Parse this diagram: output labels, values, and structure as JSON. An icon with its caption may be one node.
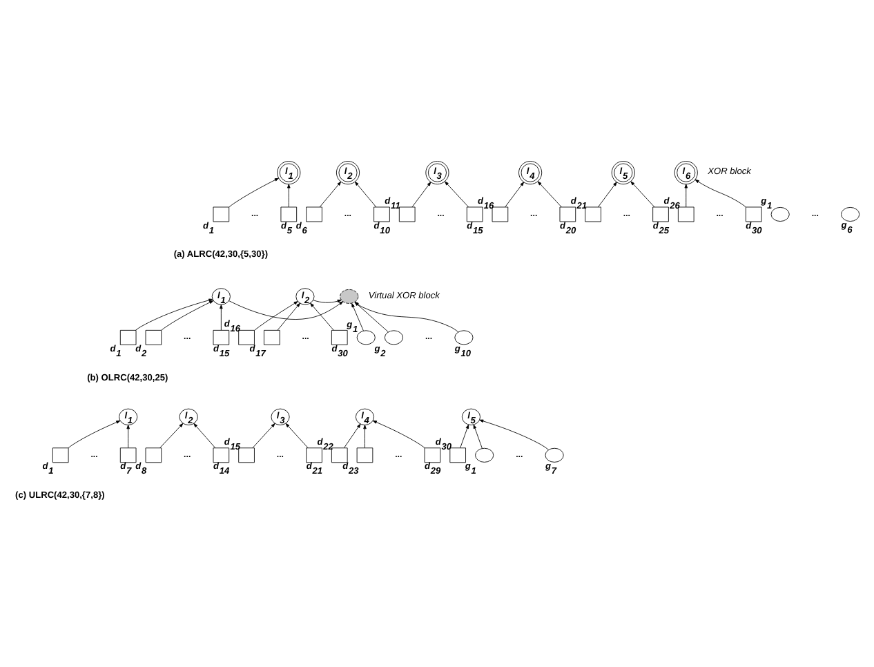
{
  "diagram": {
    "nodes": [
      {
        "text": [
          "l$_{1}$"
        ]
      },
      {
        "text": [
          "l$_{2}$"
        ]
      },
      {
        "text": [
          "l$_{3}$"
        ]
      },
      {
        "text": [
          "l$_{4}$"
        ]
      },
      {
        "text": [
          "l$_{5}$"
        ]
      },
      {
        "text": [
          "l$_{6}$"
        ]
      },
      {
        "text": [
          "d$_{1}$"
        ]
      },
      {
        "text": [
          "d$_{5}$"
        ]
      },
      {
        "text": [
          "d$_{6}$"
        ]
      },
      {
        "text": [
          "d$_{10}$"
        ]
      },
      {
        "text": [
          "d$_{11}$"
        ]
      },
      {
        "text": [
          "d$_{15}$"
        ]
      },
      {
        "text": [
          "d$_{16}$"
        ]
      },
      {
        "text": [
          "d$_{20}$"
        ]
      },
      {
        "text": [
          "d$_{21}$"
        ]
      },
      {
        "text": [
          "d$_{25}$"
        ]
      },
      {
        "text": [
          "d$_{26}$"
        ]
      },
      {
        "text": [
          "d$_{30}$"
        ]
      },
      {
        "text": [
          "g$_{1}$"
        ]
      },
      {
        "text": [
          "g$_{6}$"
        ]
      },
      {
        "text": [
          "l$_{1}$"
        ]
      },
      {
        "text": [
          "l$_{2}$"
        ]
      },
      {
        "text": [],
        "shape": "circle"
      },
      {
        "text": [
          "d$_{1}$"
        ]
      },
      {
        "text": [
          "d$_{2}$"
        ]
      },
      {
        "text": [
          "d$_{15}$"
        ]
      },
      {
        "text": [
          "d$_{16}$"
        ]
      },
      {
        "text": [
          "d$_{17}$"
        ]
      },
      {
        "text": [
          "d$_{30}$"
        ]
      },
      {
        "text": [
          "g$_{1}$"
        ]
      },
      {
        "text": [
          "g$_{2}$"
        ]
      },
      {
        "text": [
          "g$_{10}$"
        ]
      },
      {
        "text": [
          "l$_{1}$"
        ]
      },
      {
        "text": [
          "l$_{2}$"
        ]
      },
      {
        "text": [
          "l$_{3}$"
        ]
      },
      {
        "text": [
          "l$_{4}$"
        ]
      },
      {
        "text": [
          "l$_{5}$"
        ]
      },
      {
        "text": [
          "d$_{1}$"
        ]
      },
      {
        "text": [
          "d$_{7}$"
        ]
      },
      {
        "text": [
          "d$_{8}$"
        ]
      },
      {
        "text": [
          "d$_{14}$"
        ]
      },
      {
        "text": [
          "d$_{15}$"
        ]
      },
      {
        "text": [
          "d$_{21}$"
        ]
      },
      {
        "text": [
          "d$_{22}$"
        ]
      },
      {
        "text": [
          "d$_{23}$"
        ]
      },
      {
        "text": [
          "d$_{29}$"
        ]
      },
      {
        "text": [
          "d$_{30}$"
        ]
      },
      {
        "text": [
          "g$_{1}$"
        ]
      },
      {
        "text": [
          "g$_{7}$"
        ]
      }
    ],
    "edges": [
      {
        "from": 6,
        "to": 0,
        "arrow": "to"
      },
      {
        "from": 7,
        "to": 0,
        "arrow": "to"
      },
      {
        "from": 8,
        "to": 1,
        "arrow": "to"
      },
      {
        "from": 9,
        "to": 1,
        "arrow": "to"
      },
      {
        "from": 10,
        "to": 2,
        "arrow": "to"
      },
      {
        "from": 11,
        "to": 2,
        "arrow": "to"
      },
      {
        "from": 12,
        "to": 3,
        "arrow": "to"
      },
      {
        "from": 13,
        "to": 3,
        "arrow": "to"
      },
      {
        "from": 14,
        "to": 4,
        "arrow": "to"
      },
      {
        "from": 15,
        "to": 4,
        "arrow": "to"
      },
      {
        "from": 16,
        "to": 5,
        "arrow": "to"
      },
      {
        "from": 17,
        "to": 5,
        "arrow": "to"
      },
      {
        "from": 20,
        "to": 22,
        "arrow": "to"
      },
      {
        "from": 21,
        "to": 22,
        "arrow": "to"
      },
      {
        "from": 23,
        "to": 20,
        "arrow": "to"
      },
      {
        "from": 24,
        "to": 20,
        "arrow": "to"
      },
      {
        "from": 25,
        "to": 20,
        "arrow": "to"
      },
      {
        "from": 26,
        "to": 21,
        "arrow": "to"
      },
      {
        "from": 27,
        "to": 21,
        "arrow": "to"
      },
      {
        "from": 28,
        "to": 21,
        "arrow": "to"
      },
      {
        "from": 29,
        "to": 22,
        "arrow": "to"
      },
      {
        "from": 30,
        "to": 22,
        "arrow": "to"
      },
      {
        "from": 31,
        "to": 22,
        "arrow": "to"
      },
      {
        "from": 37,
        "to": 32,
        "arrow": "to"
      },
      {
        "from": 38,
        "to": 32,
        "arrow": "to"
      },
      {
        "from": 39,
        "to": 33,
        "arrow": "to"
      },
      {
        "from": 40,
        "to": 33,
        "arrow": "to"
      },
      {
        "from": 41,
        "to": 34,
        "arrow": "to"
      },
      {
        "from": 42,
        "to": 34,
        "arrow": "to"
      },
      {
        "from": 43,
        "to": 35,
        "arrow": "to"
      },
      {
        "from": 44,
        "to": 35,
        "arrow": "to"
      },
      {
        "from": 45,
        "to": 35,
        "arrow": "to"
      },
      {
        "from": 46,
        "to": 36,
        "arrow": "to"
      },
      {
        "from": 47,
        "to": 36,
        "arrow": "to"
      },
      {
        "from": 48,
        "to": 36,
        "arrow": "to"
      }
    ],
    "labels": [
      "XOR block",
      "...",
      "...",
      "...",
      "...",
      "...",
      "...",
      "...",
      "(a) ALRC(42,30,{5,30})",
      "Virtual XOR block",
      "...",
      "...",
      "...",
      "(b) OLRC(42,30,25)",
      "...",
      "...",
      "...",
      "...",
      "...",
      "(c) ULRC(42,30,{7,8})"
    ]
  }
}
